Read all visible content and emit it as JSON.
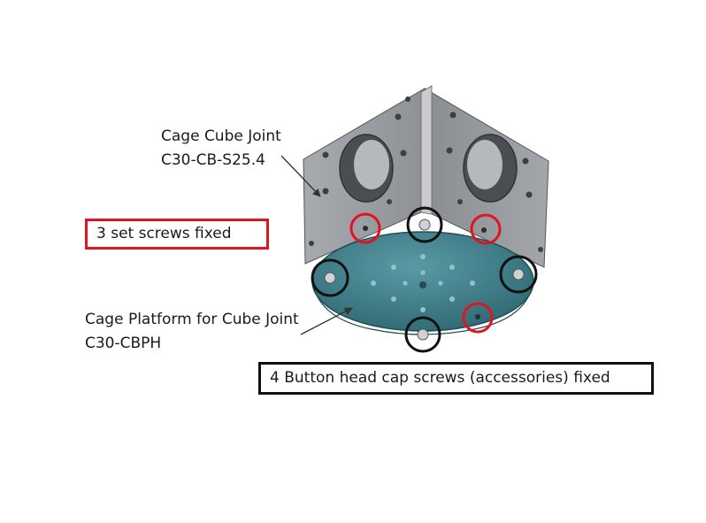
{
  "annotations": {
    "cube_joint": {
      "name": "Cage Cube Joint",
      "part_number": "C30-CB-S25.4"
    },
    "platform": {
      "name": "Cage Platform for Cube Joint",
      "part_number": "C30-CBPH"
    },
    "set_screws_note": "3 set screws fixed",
    "cap_screws_note": "4 Button head cap screws (accessories) fixed"
  },
  "colors": {
    "set_screw_marker": "#e0141e",
    "cap_screw_marker": "#111111",
    "cube_metal": "#8f9297",
    "platform": "#3f7f8a"
  }
}
